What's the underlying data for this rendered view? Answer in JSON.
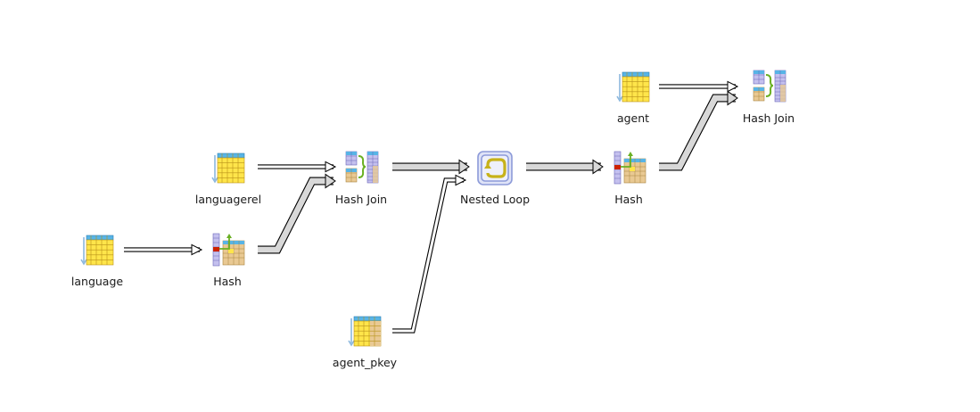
{
  "plan": {
    "nodes": [
      {
        "id": "language",
        "label": "language",
        "icon": "seq-scan-icon"
      },
      {
        "id": "languagerel",
        "label": "languagerel",
        "icon": "seq-scan-icon"
      },
      {
        "id": "hash1",
        "label": "Hash",
        "icon": "hash-icon"
      },
      {
        "id": "hashjoin1",
        "label": "Hash Join",
        "icon": "hash-join-icon"
      },
      {
        "id": "agent_pkey",
        "label": "agent_pkey",
        "icon": "index-scan-icon"
      },
      {
        "id": "nestedloop",
        "label": "Nested Loop",
        "icon": "nested-loop-icon"
      },
      {
        "id": "hash2",
        "label": "Hash",
        "icon": "hash-icon"
      },
      {
        "id": "agent",
        "label": "agent",
        "icon": "seq-scan-icon"
      },
      {
        "id": "hashjoin2",
        "label": "Hash Join",
        "icon": "hash-join-icon"
      }
    ],
    "edges": [
      {
        "from": "language",
        "to": "hash1",
        "weight": "thin"
      },
      {
        "from": "languagerel",
        "to": "hashjoin1",
        "weight": "thin"
      },
      {
        "from": "hash1",
        "to": "hashjoin1",
        "weight": "thick"
      },
      {
        "from": "hashjoin1",
        "to": "nestedloop",
        "weight": "thick"
      },
      {
        "from": "agent_pkey",
        "to": "nestedloop",
        "weight": "thin"
      },
      {
        "from": "nestedloop",
        "to": "hash2",
        "weight": "thick"
      },
      {
        "from": "agent",
        "to": "hashjoin2",
        "weight": "thin"
      },
      {
        "from": "hash2",
        "to": "hashjoin2",
        "weight": "thick"
      }
    ]
  },
  "colors": {
    "table_yellow": "#ffe54a",
    "table_header": "#57b4e6",
    "index_tan": "#e9c993",
    "hash_purple": "#c4c0ee",
    "hash_red": "#cc2200",
    "join_green": "#6ab023",
    "loop_blue": "#8d9bd9",
    "arrow_fill": "#d8d8d8",
    "arrow_stroke": "#000000"
  }
}
